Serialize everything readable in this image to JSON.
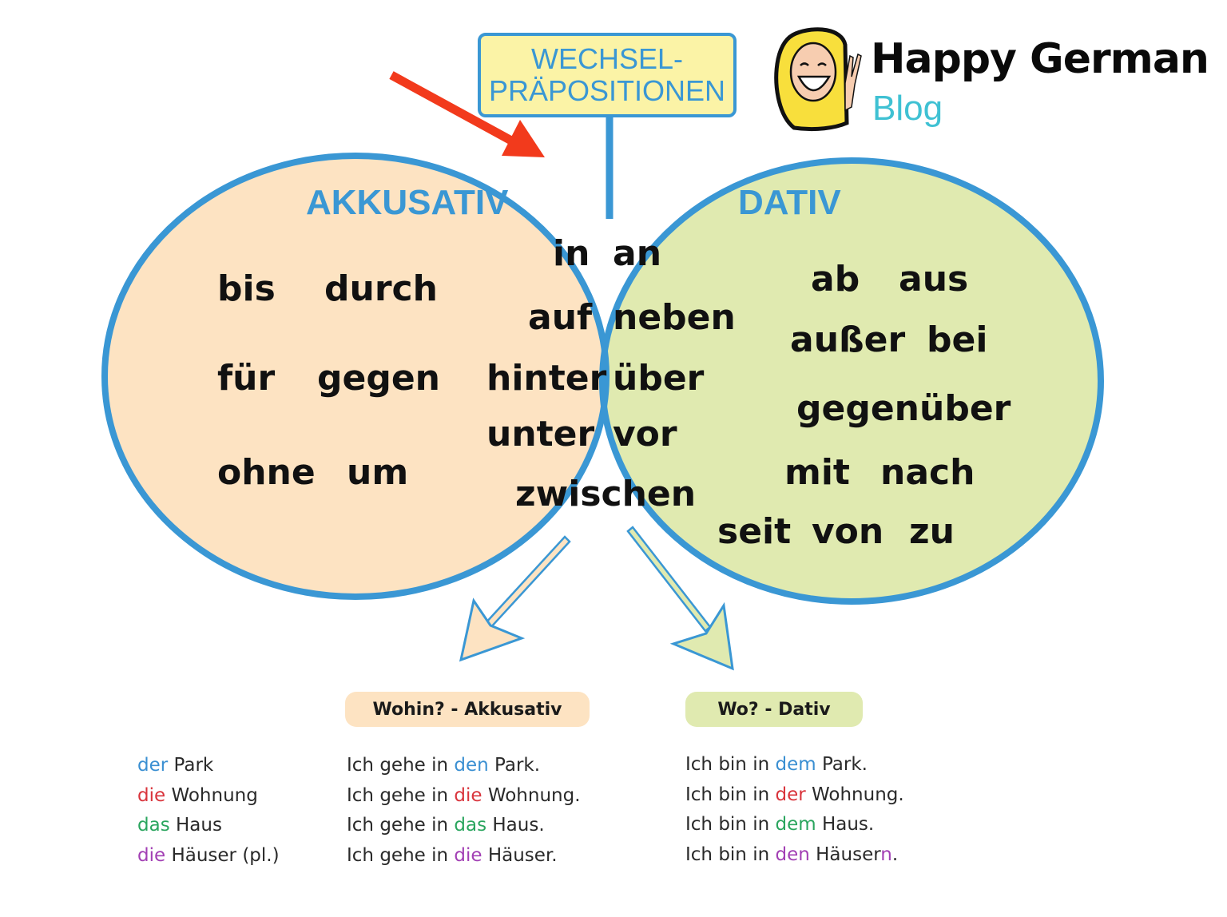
{
  "header": {
    "box_line1": "WECHSEL-",
    "box_line2": "PRÄPOSITIONEN"
  },
  "logo": {
    "title": "Happy German",
    "subtitle": "Blog",
    "icon": "smiling-girl-peace-sign-icon"
  },
  "colors": {
    "stroke": "#3a97d4",
    "akkusativ_fill": "#fde3c2",
    "dativ_fill": "#e0eab0",
    "intersection_fill": "#fbf3a6",
    "pointer_arrow": "#f23a1c",
    "masculine": "#3a8fd2",
    "feminine": "#d9343c",
    "neuter": "#2aa55e",
    "plural": "#a23fb4",
    "logo_subtitle": "#3fc1d3"
  },
  "akkusativ": {
    "title": "AKKUSATIV",
    "words": [
      "bis",
      "durch",
      "für",
      "gegen",
      "ohne",
      "um"
    ]
  },
  "wechsel": {
    "words": [
      "in",
      "an",
      "auf",
      "neben",
      "hinter",
      "über",
      "unter",
      "vor",
      "zwischen"
    ]
  },
  "dativ": {
    "title": "DATIV",
    "words": [
      "ab",
      "aus",
      "außer",
      "bei",
      "gegenüber",
      "mit",
      "nach",
      "seit",
      "von",
      "zu"
    ]
  },
  "questions": {
    "akkusativ": "Wohin? - Akkusativ",
    "dativ": "Wo? - Dativ"
  },
  "examples": {
    "nouns": [
      {
        "article": "der",
        "rest": " Park"
      },
      {
        "article": "die",
        "rest": " Wohnung"
      },
      {
        "article": "das",
        "rest": " Haus"
      },
      {
        "article": "die",
        "rest": " Häuser (pl.)"
      }
    ],
    "akkusativ": [
      {
        "prefix": "Ich gehe in ",
        "article": "den",
        "rest": " Park."
      },
      {
        "prefix": "Ich gehe in ",
        "article": "die",
        "rest": " Wohnung."
      },
      {
        "prefix": "Ich gehe in ",
        "article": "das",
        "rest": " Haus."
      },
      {
        "prefix": "Ich gehe in ",
        "article": "die",
        "rest": " Häuser."
      }
    ],
    "dativ": [
      {
        "prefix": "Ich bin in ",
        "article": "dem",
        "rest": " Park."
      },
      {
        "prefix": "Ich bin in ",
        "article": "der",
        "rest": " Wohnung."
      },
      {
        "prefix": "Ich bin in ",
        "article": "dem",
        "rest": " Haus."
      },
      {
        "prefix": "Ich bin in ",
        "article": "den",
        "rest": " Häuser",
        "suffix": "n",
        "end": "."
      }
    ]
  }
}
